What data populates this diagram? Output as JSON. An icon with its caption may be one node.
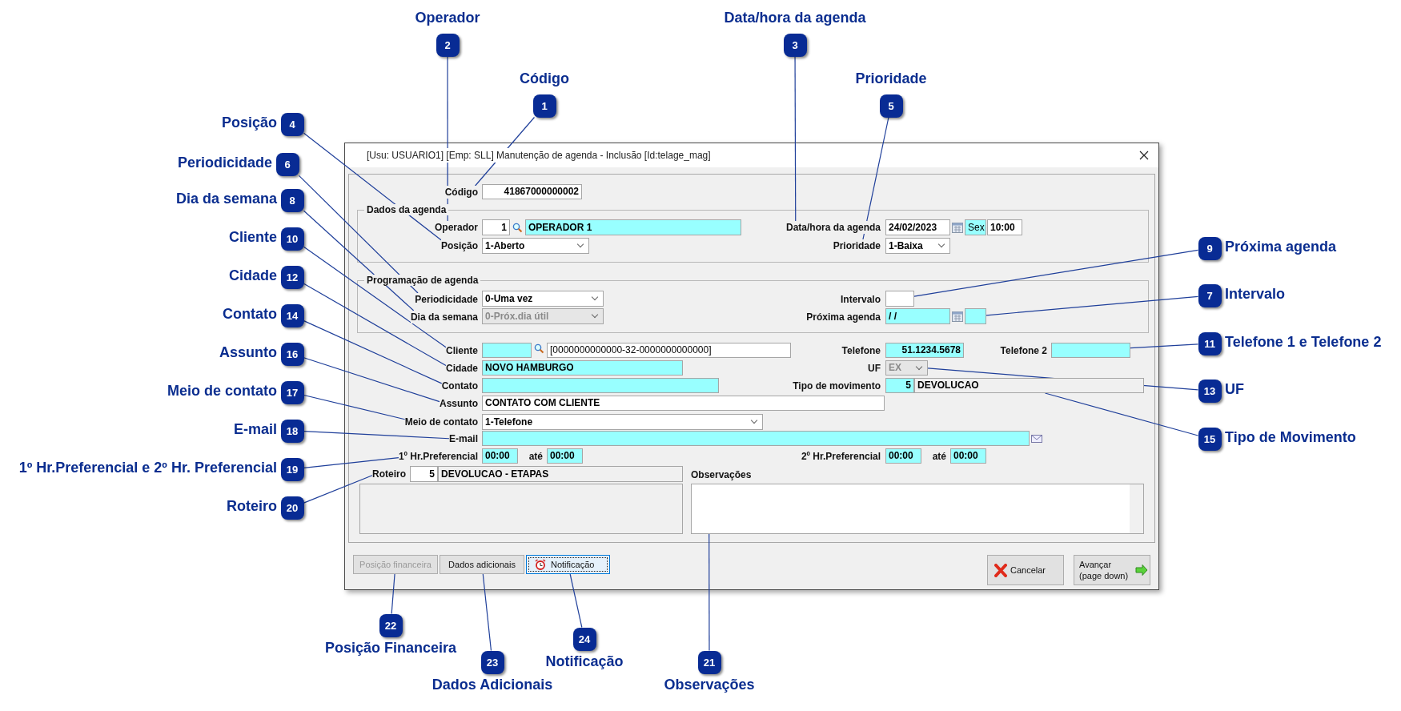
{
  "diagram": {
    "nodes": [
      {
        "text": [
          "1"
        ],
        "beside": [
          "Código"
        ]
      },
      {
        "text": [
          "2"
        ],
        "beside": [
          "Operador"
        ]
      },
      {
        "text": [
          "3"
        ],
        "beside": [
          "Data/hora da agenda"
        ]
      },
      {
        "text": [
          "4"
        ],
        "beside": [
          "Posição"
        ]
      },
      {
        "text": [
          "5"
        ],
        "beside": [
          "Prioridade"
        ]
      },
      {
        "text": [
          "6"
        ],
        "beside": [
          "Periodicidade"
        ]
      },
      {
        "text": [
          "7"
        ],
        "beside": [
          "Intervalo"
        ]
      },
      {
        "text": [
          "8"
        ],
        "beside": [
          "Dia da semana"
        ]
      },
      {
        "text": [
          "9"
        ],
        "beside": [
          "Próxima agenda"
        ]
      },
      {
        "text": [
          "10"
        ],
        "beside": [
          "Cliente"
        ]
      },
      {
        "text": [
          "11"
        ],
        "beside": [
          "Telefone 1 e Telefone 2"
        ]
      },
      {
        "text": [
          "12"
        ],
        "beside": [
          "Cidade"
        ]
      },
      {
        "text": [
          "13"
        ],
        "beside": [
          "UF"
        ]
      },
      {
        "text": [
          "14"
        ],
        "beside": [
          "Contato"
        ]
      },
      {
        "text": [
          "15"
        ],
        "beside": [
          "Tipo de Movimento"
        ]
      },
      {
        "text": [
          "16"
        ],
        "beside": [
          "Assunto"
        ]
      },
      {
        "text": [
          "17"
        ],
        "beside": [
          "Meio de contato"
        ]
      },
      {
        "text": [
          "18"
        ],
        "beside": [
          "E-mail"
        ]
      },
      {
        "text": [
          "19"
        ],
        "beside": [
          "1º Hr.Preferencial e 2º Hr. Preferencial"
        ]
      },
      {
        "text": [
          "20"
        ],
        "beside": [
          "Roteiro"
        ]
      },
      {
        "text": [
          "21"
        ],
        "beside": [
          "Observações"
        ]
      },
      {
        "text": [
          "22"
        ],
        "beside": [
          "Posição Financeira"
        ]
      },
      {
        "text": [
          "23"
        ],
        "beside": [
          "Dados Adicionais"
        ]
      },
      {
        "text": [
          "24"
        ],
        "beside": [
          "Notificação"
        ]
      },
      {
        "text": [
          "Código"
        ]
      },
      {
        "text": [
          "Operador"
        ]
      },
      {
        "text": [
          "Data/hora da agenda"
        ]
      },
      {
        "text": [
          "Posição"
        ]
      },
      {
        "text": [
          "Prioridade"
        ]
      },
      {
        "text": [
          "Periodicidade"
        ]
      },
      {
        "text": [],
        "shape": "box"
      },
      {
        "text": [
          "Dia da semana"
        ]
      },
      {
        "text": [],
        "shape": "box"
      },
      {
        "text": [
          "Cliente"
        ]
      },
      {
        "text": [],
        "shape": "box"
      },
      {
        "text": [
          "Cidade"
        ]
      },
      {
        "text": [
          "EX"
        ]
      },
      {
        "text": [
          "Contato"
        ]
      },
      {
        "text": [
          "DEVOLUCAO"
        ]
      },
      {
        "text": [
          "Assunto"
        ]
      },
      {
        "text": [
          "Meio de contato"
        ]
      },
      {
        "text": [
          "E-mail"
        ]
      },
      {
        "text": [
          "1º Hr.Preferencial"
        ]
      },
      {
        "text": [
          "Roteiro"
        ]
      },
      {
        "text": [],
        "shape": "box"
      },
      {
        "text": [
          "Posição financeira"
        ]
      },
      {
        "text": [
          "Dados adicionais"
        ]
      },
      {
        "text": [
          "Notificação"
        ]
      },
      {
        "text": [
          "41867000000002"
        ]
      },
      {
        "text": [
          "1"
        ]
      },
      {
        "text": [
          "OPERADOR 1"
        ]
      },
      {
        "text": [
          "24/02/2023"
        ]
      },
      {
        "text": [
          "Sex"
        ]
      },
      {
        "text": [
          "10:00"
        ]
      },
      {
        "text": [
          "1-Aberto"
        ]
      },
      {
        "text": [
          "1-Baixa"
        ]
      },
      {
        "text": [
          "0-Uma vez"
        ]
      },
      {
        "text": [
          "0-Próx.dia útil"
        ]
      },
      {
        "text": [
          "/ /"
        ]
      },
      {
        "text": [],
        "shape": "box"
      },
      {
        "text": [
          "[0000000000000-32-0000000000000]"
        ]
      },
      {
        "text": [
          "51.1234.5678"
        ]
      },
      {
        "text": [
          "NOVO HAMBURGO"
        ]
      },
      {
        "text": [],
        "shape": "box"
      },
      {
        "text": [
          "5"
        ]
      },
      {
        "text": [
          "CONTATO COM CLIENTE"
        ]
      },
      {
        "text": [
          "1-Telefone"
        ]
      },
      {
        "text": [],
        "shape": "box"
      },
      {
        "text": [
          "00:00"
        ]
      },
      {
        "text": [
          "00:00"
        ]
      },
      {
        "text": [
          "00:00"
        ]
      },
      {
        "text": [
          "00:00"
        ]
      },
      {
        "text": [
          "5"
        ]
      },
      {
        "text": [
          "DEVOLUCAO - ETAPAS"
        ]
      },
      {
        "text": [],
        "shape": "box"
      },
      {
        "text": [
          "Cancelar"
        ]
      },
      {
        "text": [
          "Avançar (page down)"
        ]
      }
    ],
    "edges": [
      {
        "from": 0,
        "to": 24,
        "arrow": "none"
      },
      {
        "from": 1,
        "to": 25,
        "arrow": "none"
      },
      {
        "from": 2,
        "to": 26,
        "arrow": "none"
      },
      {
        "from": 3,
        "to": 27,
        "arrow": "none"
      },
      {
        "from": 4,
        "to": 28,
        "arrow": "none"
      },
      {
        "from": 5,
        "to": 29,
        "arrow": "none"
      },
      {
        "from": 6,
        "to": 30,
        "arrow": "none"
      },
      {
        "from": 7,
        "to": 31,
        "arrow": "none"
      },
      {
        "from": 8,
        "to": 32,
        "arrow": "none"
      },
      {
        "from": 9,
        "to": 33,
        "arrow": "none"
      },
      {
        "from": 10,
        "to": 34,
        "arrow": "none"
      },
      {
        "from": 11,
        "to": 35,
        "arrow": "none"
      },
      {
        "from": 12,
        "to": 36,
        "arrow": "none"
      },
      {
        "from": 13,
        "to": 37,
        "arrow": "none"
      },
      {
        "from": 14,
        "to": 38,
        "arrow": "none"
      },
      {
        "from": 15,
        "to": 39,
        "arrow": "none"
      },
      {
        "from": 16,
        "to": 40,
        "arrow": "none"
      },
      {
        "from": 17,
        "to": 41,
        "arrow": "none"
      },
      {
        "from": 18,
        "to": 42,
        "arrow": "none"
      },
      {
        "from": 19,
        "to": 43,
        "arrow": "none"
      },
      {
        "from": 20,
        "to": 44,
        "arrow": "none"
      },
      {
        "from": 21,
        "to": 45,
        "arrow": "none"
      },
      {
        "from": 22,
        "to": 46,
        "arrow": "none"
      },
      {
        "from": 23,
        "to": 47,
        "arrow": "none"
      }
    ],
    "labels": [
      "[Usu: USUARIO1] [Emp: SLL] Manutenção de agenda - Inclusão [Id:telage_mag]",
      "Dados da agenda",
      "Programação de agenda",
      "Intervalo",
      "Próxima agenda",
      "Telefone",
      "Telefone 2",
      "UF",
      "Tipo de movimento",
      "até",
      "2º Hr.Preferencial",
      "até",
      "Observações"
    ]
  }
}
